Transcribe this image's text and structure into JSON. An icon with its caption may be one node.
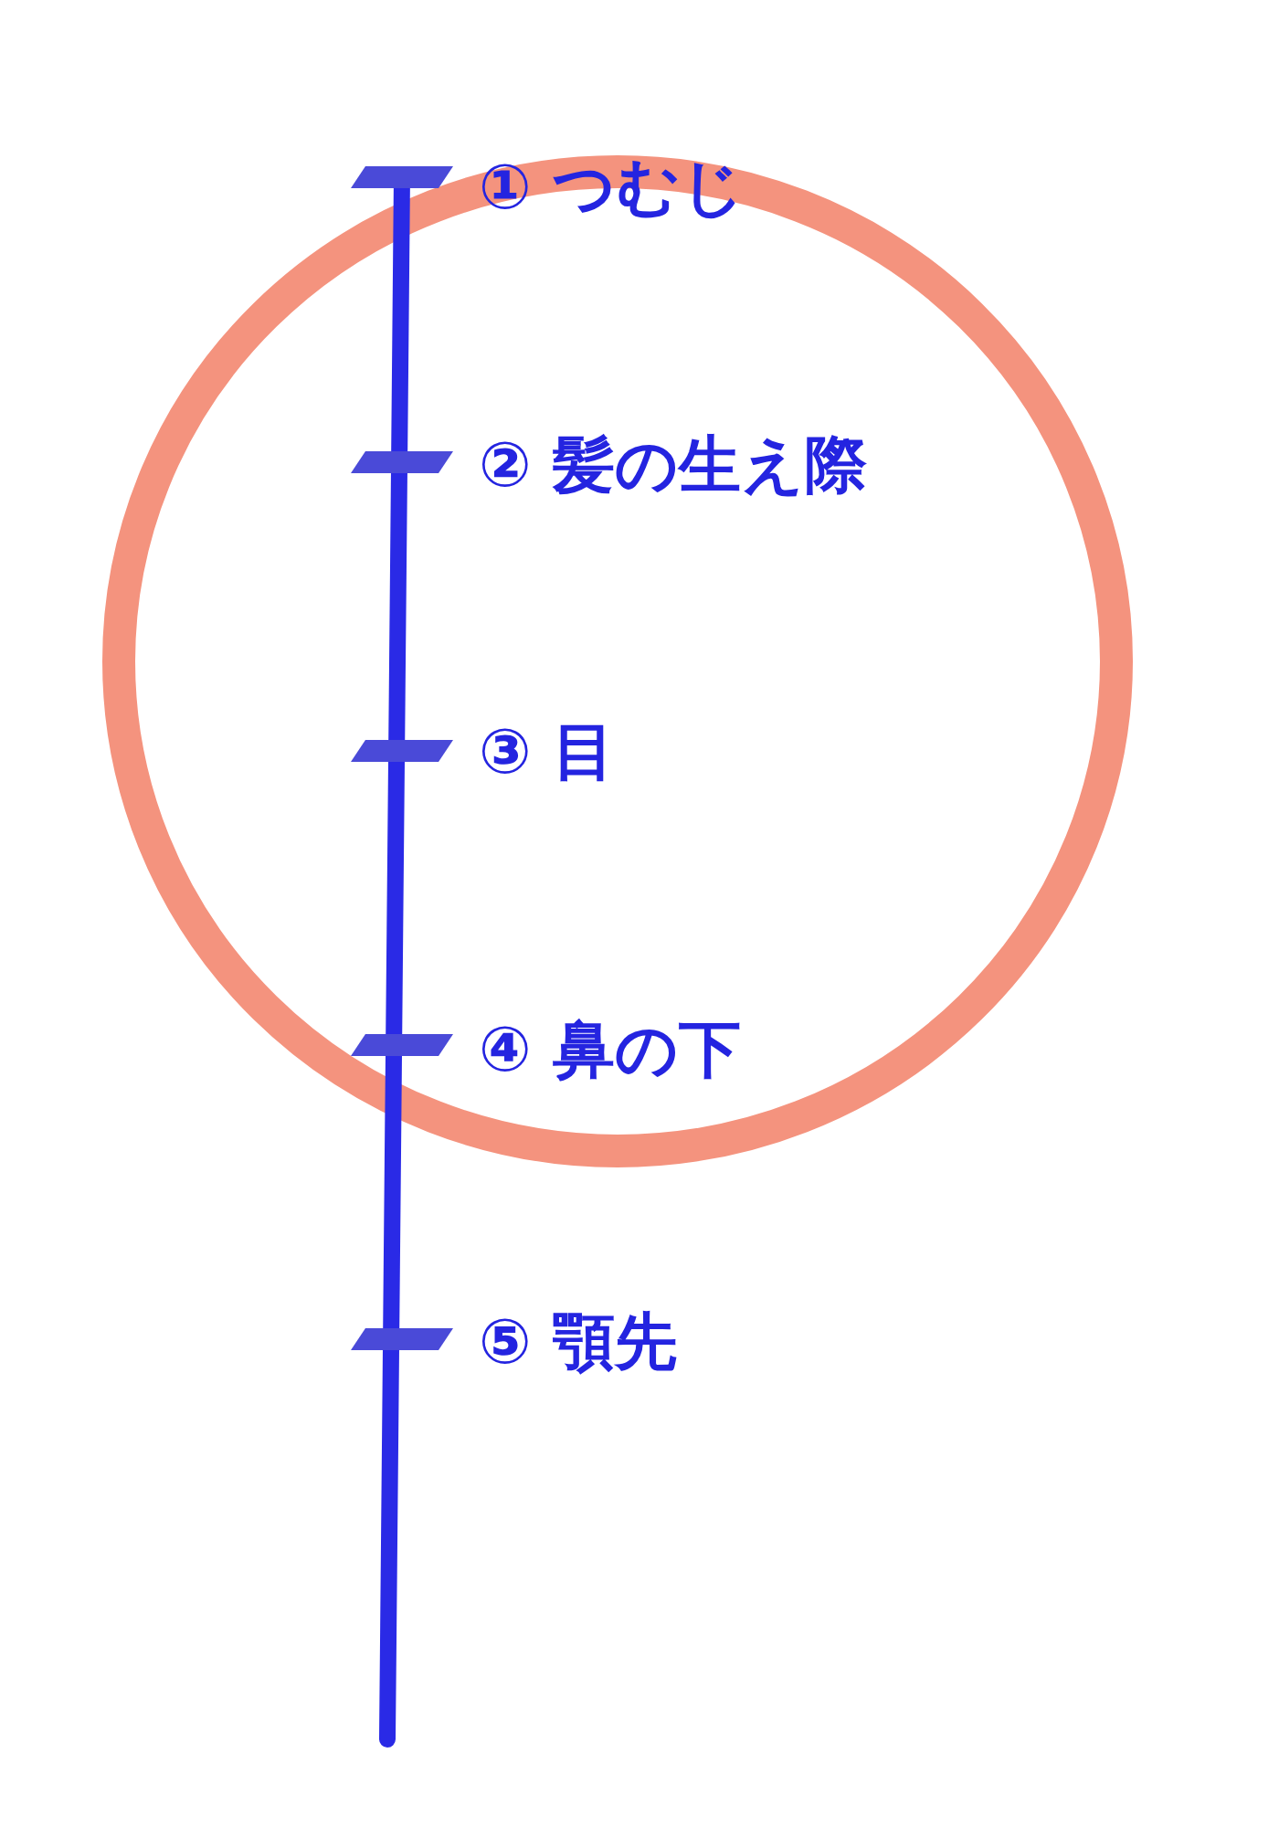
{
  "diagram": {
    "labels": [
      "① つむじ",
      "② 髪の生え際",
      "③ 目",
      "④ 鼻の下",
      "⑤ 顎先"
    ]
  }
}
